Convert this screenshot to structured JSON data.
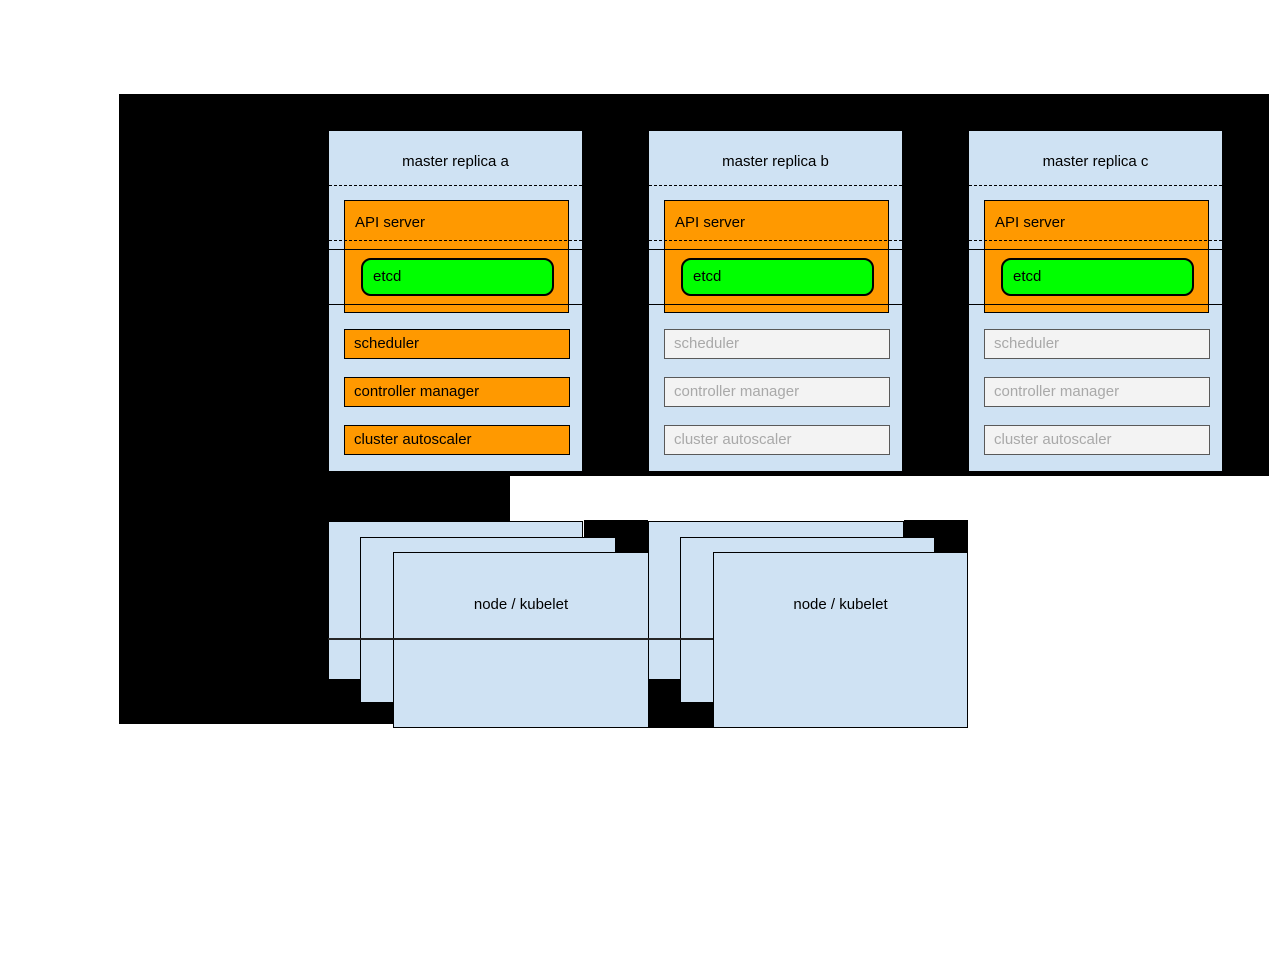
{
  "diagram": {
    "masters": [
      {
        "title": "master replica a",
        "api_server_label": "API server",
        "etcd_label": "etcd",
        "scheduler_label": "scheduler",
        "controller_manager_label": "controller manager",
        "cluster_autoscaler_label": "cluster autoscaler",
        "components_state": "active"
      },
      {
        "title": "master replica b",
        "api_server_label": "API server",
        "etcd_label": "etcd",
        "scheduler_label": "scheduler",
        "controller_manager_label": "controller manager",
        "cluster_autoscaler_label": "cluster autoscaler",
        "components_state": "standby"
      },
      {
        "title": "master replica c",
        "api_server_label": "API server",
        "etcd_label": "etcd",
        "scheduler_label": "scheduler",
        "controller_manager_label": "controller manager",
        "cluster_autoscaler_label": "cluster autoscaler",
        "components_state": "standby"
      }
    ],
    "node_groups": [
      {
        "label": "node / kubelet"
      },
      {
        "label": "node / kubelet"
      }
    ],
    "colors": {
      "active_component": "#ff9900",
      "etcd_fill": "#00ff00",
      "box_fill": "#cfe2f3",
      "standby_fill": "#f3f3f3",
      "standby_text": "#a9a9a9",
      "background": "#000000",
      "page": "#ffffff"
    }
  }
}
